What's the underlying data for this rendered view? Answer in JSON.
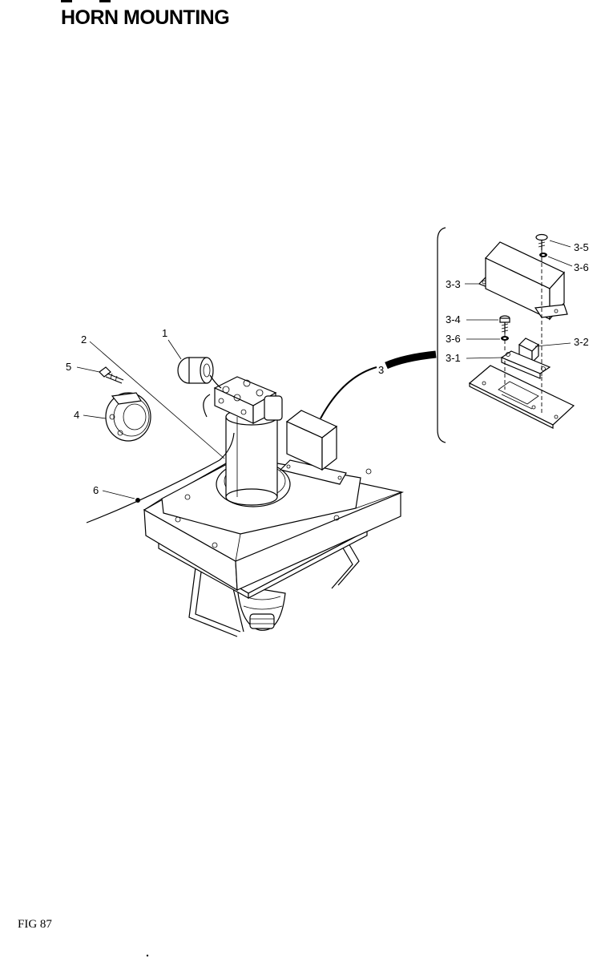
{
  "header": {
    "title": "HORN MOUNTING"
  },
  "footer": {
    "figure": "FIG  87"
  },
  "callouts": {
    "c1": "1",
    "c2": "2",
    "c3": "3",
    "c4": "4",
    "c5": "5",
    "c6": "6",
    "c3_1": "3-1",
    "c3_2": "3-2",
    "c3_3": "3-3",
    "c3_4": "3-4",
    "c3_5": "3-5",
    "c3_6a": "3-6",
    "c3_6b": "3-6"
  }
}
